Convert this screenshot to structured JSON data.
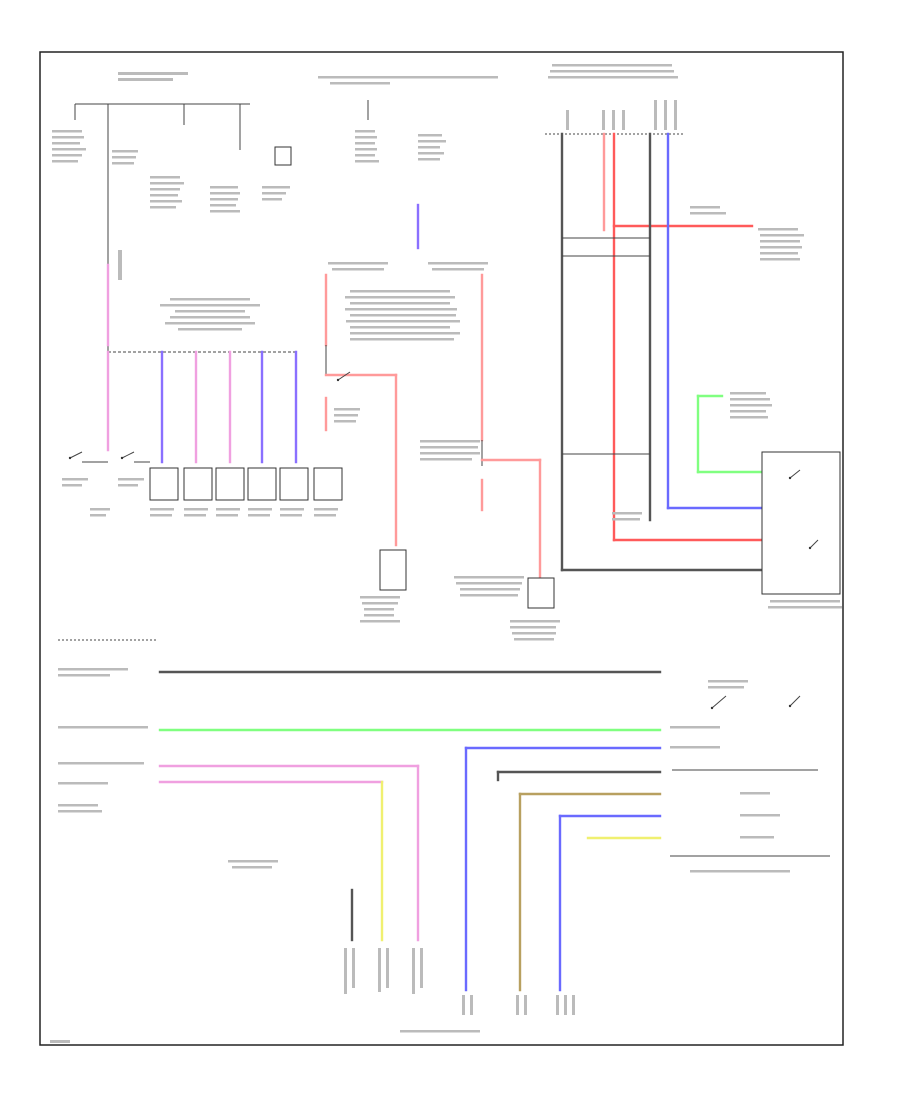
{
  "footer": {
    "title_block": ""
  },
  "colors": {
    "pink": "#f0a0e0",
    "violet": "#8a70ff",
    "red": "#ff5a5a",
    "blue": "#6a6aff",
    "green": "#80ff80",
    "yellow": "#f0f070",
    "olive": "#b8a060",
    "black": "#222222",
    "gray": "#888888"
  },
  "components": [
    {
      "id": "switch-1"
    },
    {
      "id": "switch-2"
    },
    {
      "id": "motor-1"
    },
    {
      "id": "motor-2"
    },
    {
      "id": "motor-3"
    },
    {
      "id": "motor-4"
    },
    {
      "id": "motor-5"
    },
    {
      "id": "motor-6"
    },
    {
      "id": "module-left"
    },
    {
      "id": "module-right"
    },
    {
      "id": "control-module-right"
    }
  ]
}
